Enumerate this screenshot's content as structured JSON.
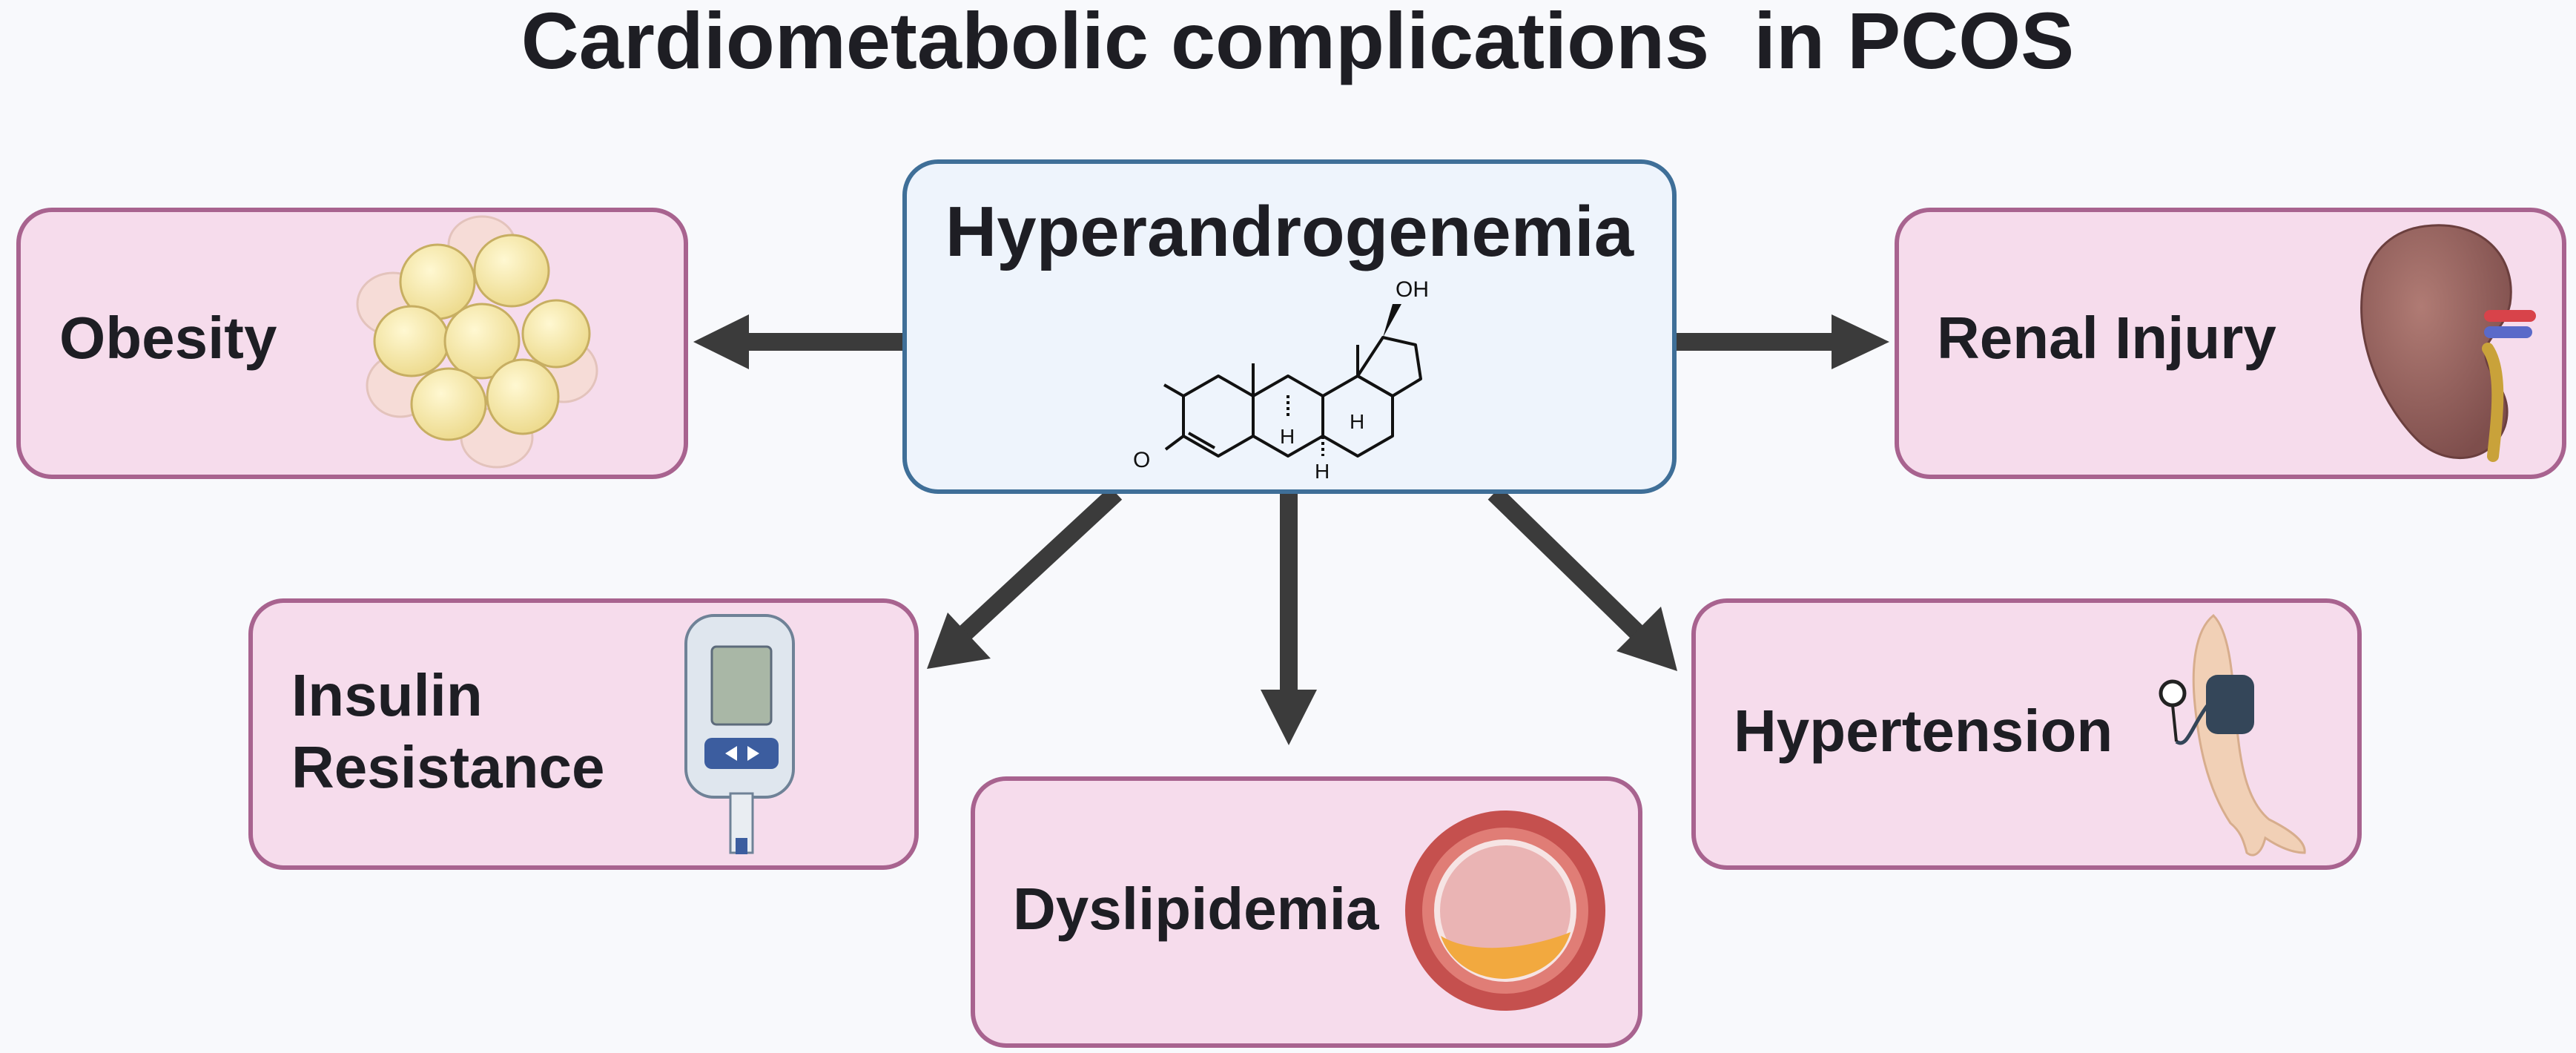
{
  "title": "Cardiometabolic complications  in PCOS",
  "center": {
    "label": "Hyperandrogenemia",
    "molecule_labels": {
      "hydroxyl": "OH",
      "oxygen": "O",
      "hydrogen": "H"
    }
  },
  "outcomes": [
    {
      "id": "obesity",
      "label": "Obesity",
      "icon": "fat-cells-icon"
    },
    {
      "id": "renal",
      "label": "Renal Injury",
      "icon": "kidney-icon"
    },
    {
      "id": "insulin",
      "label_lines": [
        "Insulin",
        "Resistance"
      ],
      "icon": "glucometer-icon"
    },
    {
      "id": "dyslipidemia",
      "label": "Dyslipidemia",
      "icon": "artery-plaque-icon"
    },
    {
      "id": "hypertension",
      "label": "Hypertension",
      "icon": "blood-pressure-cuff-icon"
    }
  ],
  "colors": {
    "background": "#f8f9fc",
    "outcome_fill": "#f6dcec",
    "outcome_border": "#a8638f",
    "center_fill": "#eef4fc",
    "center_border": "#3f6f98",
    "arrow": "#3b3b3b",
    "text": "#1e1e24"
  }
}
